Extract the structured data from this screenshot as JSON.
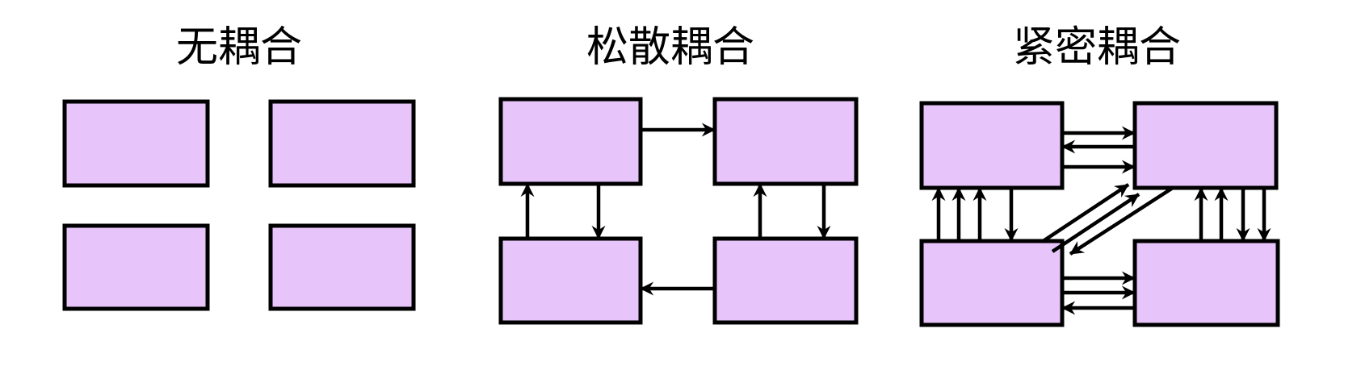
{
  "diagram": {
    "colors": {
      "background": "#ffffff",
      "box_fill": "#e7c5fa",
      "line": "#000000"
    },
    "panels": [
      {
        "id": "no-coupling",
        "title": "无耦合",
        "module_count": 4,
        "connections": []
      },
      {
        "id": "loose-coupling",
        "title": "松散耦合",
        "module_count": 4,
        "connections": [
          {
            "from": "top-left",
            "to": "top-right",
            "count": 1
          },
          {
            "from": "bottom-left",
            "to": "top-left",
            "count": 1
          },
          {
            "from": "top-left",
            "to": "bottom-left",
            "count": 1
          },
          {
            "from": "bottom-right",
            "to": "top-right",
            "count": 1
          },
          {
            "from": "top-right",
            "to": "bottom-right",
            "count": 1
          },
          {
            "from": "bottom-right",
            "to": "bottom-left",
            "count": 1
          }
        ]
      },
      {
        "id": "tight-coupling",
        "title": "紧密耦合",
        "module_count": 4,
        "connections": [
          {
            "from": "top-left",
            "to": "top-right",
            "count": 2
          },
          {
            "from": "top-right",
            "to": "top-left",
            "count": 1
          },
          {
            "from": "bottom-left",
            "to": "top-left",
            "count": 3
          },
          {
            "from": "top-left",
            "to": "bottom-left",
            "count": 1
          },
          {
            "from": "bottom-left",
            "to": "top-right",
            "count": 2
          },
          {
            "from": "top-right",
            "to": "bottom-left",
            "count": 1
          },
          {
            "from": "bottom-right",
            "to": "top-right",
            "count": 2
          },
          {
            "from": "top-right",
            "to": "bottom-right",
            "count": 2
          },
          {
            "from": "bottom-left",
            "to": "bottom-right",
            "count": 2
          },
          {
            "from": "bottom-right",
            "to": "bottom-left",
            "count": 1
          }
        ]
      }
    ]
  }
}
